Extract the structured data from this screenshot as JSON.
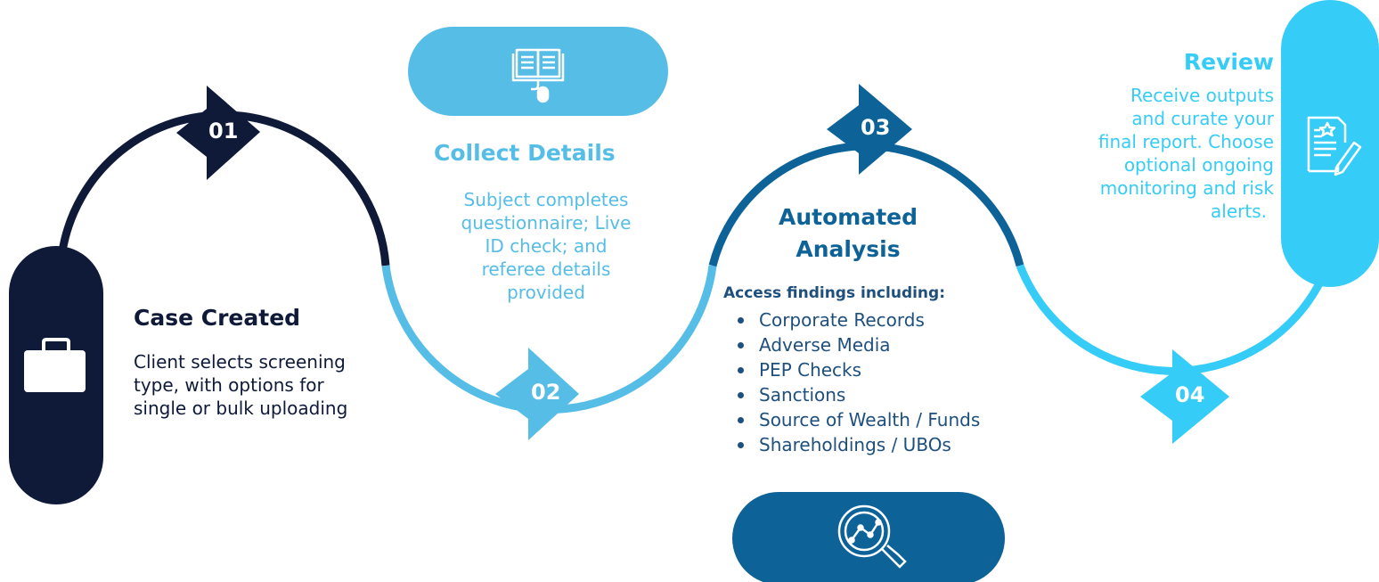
{
  "colors": {
    "step1": "#0e1a38",
    "step2": "#56bde6",
    "step3": "#0d6298",
    "step4": "#36ccf8"
  },
  "steps": [
    {
      "number": "01",
      "title": "Case Created",
      "text": [
        "Client selects screening",
        "type, with options for",
        "single or bulk uploading"
      ],
      "icon": "briefcase-icon"
    },
    {
      "number": "02",
      "title": "Collect Details",
      "text": [
        "Subject completes",
        "questionnaire; Live",
        "ID check; and",
        "referee details",
        "provided"
      ],
      "icon": "book-mouse-icon"
    },
    {
      "number": "03",
      "title": [
        "Automated",
        "Analysis"
      ],
      "subtitle": "Access findings including:",
      "findings": [
        "Corporate Records",
        "Adverse Media",
        "PEP Checks",
        "Sanctions",
        "Source of Wealth / Funds",
        "Shareholdings / UBOs"
      ],
      "icon": "magnifier-chart-icon"
    },
    {
      "number": "04",
      "title": "Review",
      "text": [
        "Receive outputs",
        "and curate your",
        "final report. Choose",
        "optional ongoing",
        "monitoring and risk",
        "alerts."
      ],
      "icon": "report-pen-icon"
    }
  ]
}
